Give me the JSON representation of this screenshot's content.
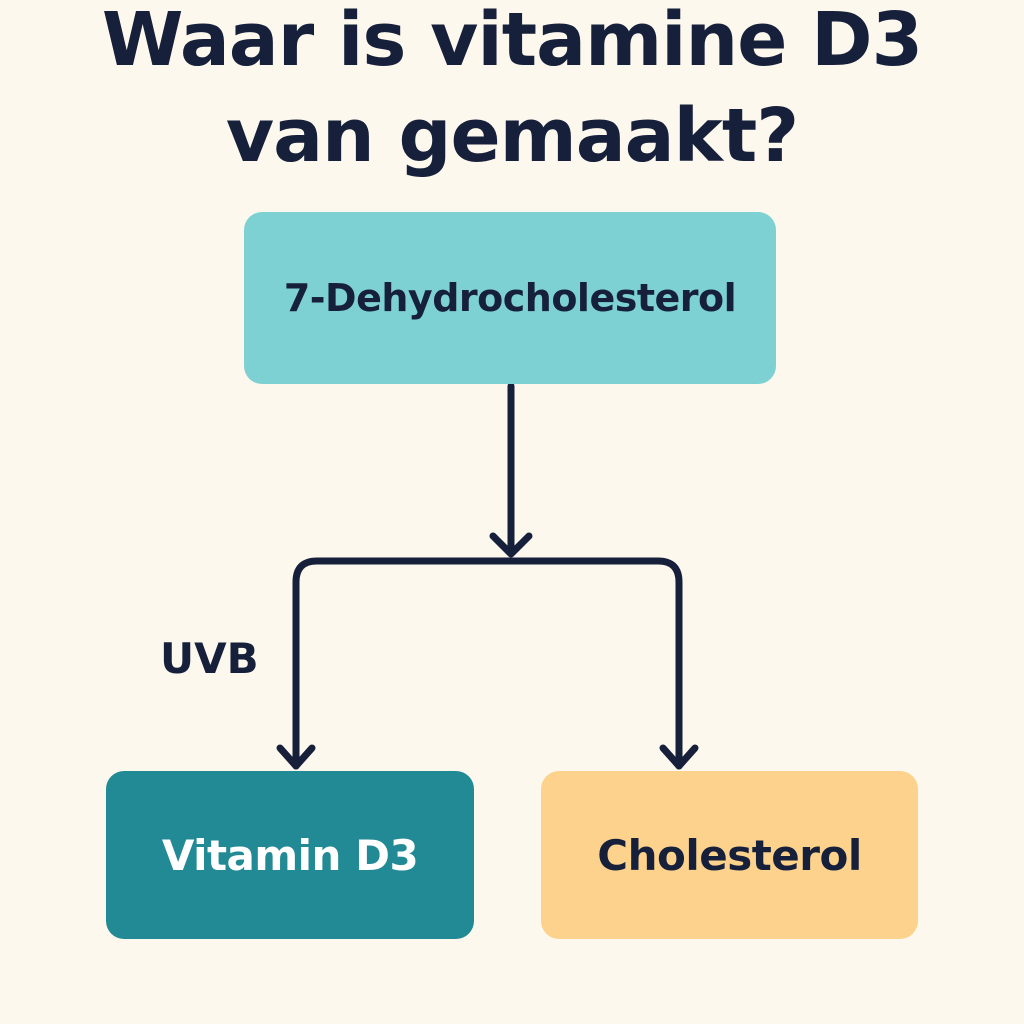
{
  "title": {
    "line1": "Waar is vitamine D3",
    "line2": "van gemaakt?"
  },
  "nodes": {
    "source": "7-Dehydrocholesterol",
    "left": "Vitamin D3",
    "right": "Cholesterol"
  },
  "edge_labels": {
    "left": "UVB"
  },
  "colors": {
    "background": "#fdf8ee",
    "text": "#16203a",
    "source_fill": "#7dd1d3",
    "left_fill": "#228a94",
    "right_fill": "#fdd28c"
  }
}
